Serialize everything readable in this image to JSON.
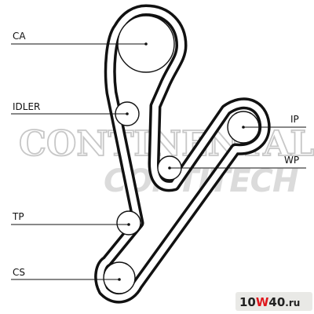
{
  "labels": {
    "ca": "CA",
    "idler": "IDLER",
    "ip": "IP",
    "wp": "WP",
    "tp": "TP",
    "cs": "CS"
  },
  "watermark": {
    "line1": "CONTINENTAL",
    "line2": "CONTITECH"
  },
  "badge": {
    "part1": "10",
    "part2": "W",
    "part3": "40",
    "part4": ".ru",
    "accent_color": "#e0161c"
  },
  "colors": {
    "belt": "#111111",
    "background": "#ffffff"
  }
}
